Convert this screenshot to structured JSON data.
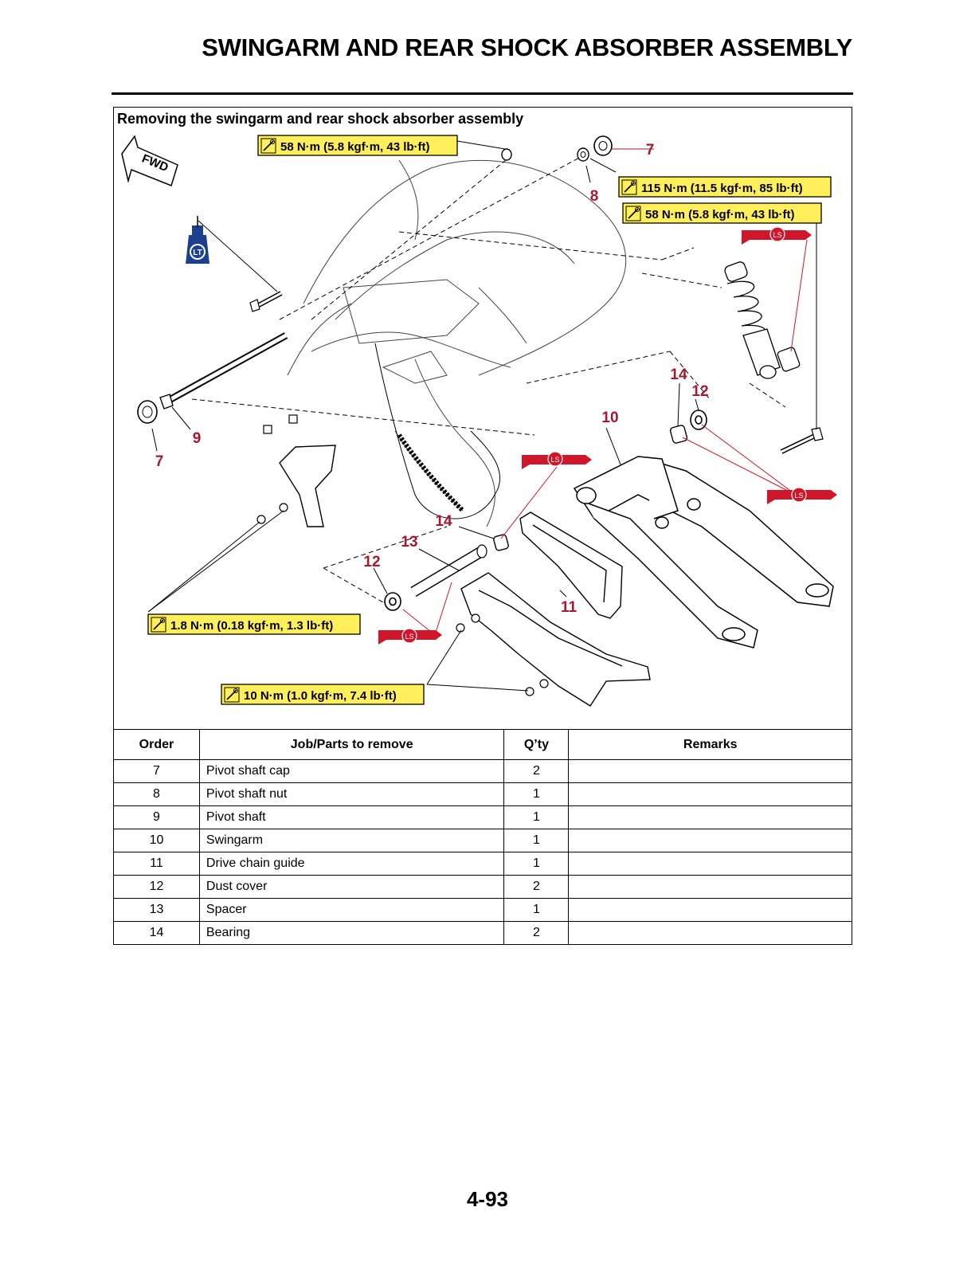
{
  "page": {
    "title": "SWINGARM AND REAR SHOCK ABSORBER ASSEMBLY",
    "page_number": "4-93"
  },
  "figure": {
    "heading": "Removing the swingarm and rear shock absorber assembly",
    "fwd_label": "FWD",
    "lt_label": "LT",
    "ls_label": "LS",
    "torque_specs": [
      "58 N·m (5.8 kgf·m, 43 lb·ft)",
      "115 N·m (11.5 kgf·m, 85 lb·ft)",
      "58 N·m (5.8 kgf·m, 43 lb·ft)",
      "1.8 N·m (0.18 kgf·m, 1.3 lb·ft)",
      "10 N·m (1.0 kgf·m, 7.4 lb·ft)"
    ],
    "callouts": [
      "7",
      "8",
      "7",
      "9",
      "10",
      "11",
      "12",
      "12",
      "13",
      "14",
      "14"
    ],
    "colors": {
      "callout": "#a6192e",
      "torque_box": "#ffef5a",
      "lt_badge": "#1d3f8f",
      "ls_marker": "#d0162a"
    }
  },
  "table": {
    "headers": [
      "Order",
      "Job/Parts to remove",
      "Q’ty",
      "Remarks"
    ],
    "rows": [
      {
        "order": "7",
        "part": "Pivot shaft cap",
        "qty": "2",
        "remarks": ""
      },
      {
        "order": "8",
        "part": "Pivot shaft nut",
        "qty": "1",
        "remarks": ""
      },
      {
        "order": "9",
        "part": "Pivot shaft",
        "qty": "1",
        "remarks": ""
      },
      {
        "order": "10",
        "part": "Swingarm",
        "qty": "1",
        "remarks": ""
      },
      {
        "order": "11",
        "part": "Drive chain guide",
        "qty": "1",
        "remarks": ""
      },
      {
        "order": "12",
        "part": "Dust cover",
        "qty": "2",
        "remarks": ""
      },
      {
        "order": "13",
        "part": "Spacer",
        "qty": "1",
        "remarks": ""
      },
      {
        "order": "14",
        "part": "Bearing",
        "qty": "2",
        "remarks": ""
      }
    ]
  }
}
